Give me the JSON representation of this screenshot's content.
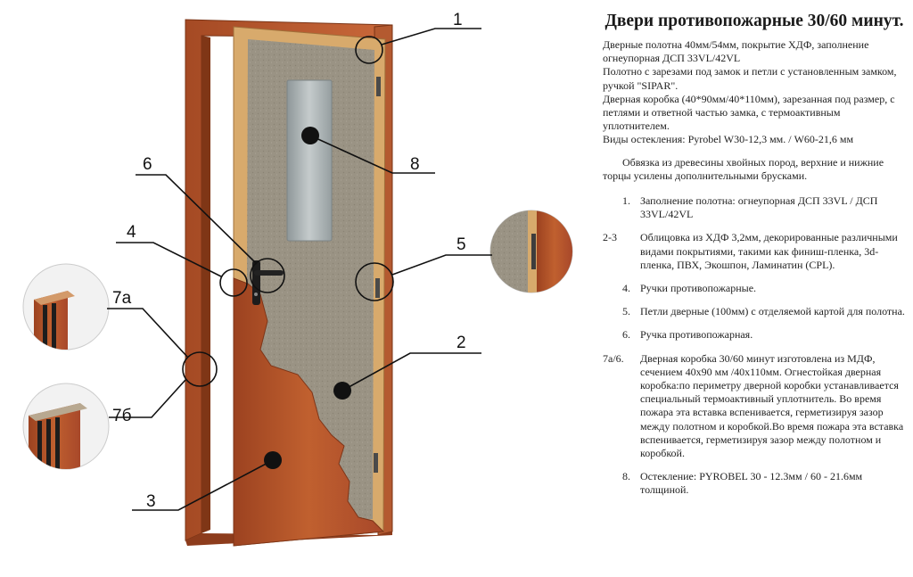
{
  "callouts": {
    "c1": "1",
    "c2": "2",
    "c3": "3",
    "c4": "4",
    "c5": "5",
    "c6": "6",
    "c7a": "7а",
    "c7b": "7б",
    "c8": "8"
  },
  "colors": {
    "wood": "#b4532a",
    "wood_dark": "#8a3a1a",
    "frame_light": "#d9b27a",
    "filler": "#9b9486",
    "glass": "#a8b0b3",
    "line": "#111111"
  },
  "text": {
    "title": "Двери противопожарные 30/60 минут.",
    "intro": [
      "Дверные полотна 40мм/54мм, покрытие ХДФ, заполнение огнеупорная ДСП 33VL/42VL",
      "Полотно с зарезами под замок и петли с установленным замком, ручкой \"SIPAR\".",
      "Дверная коробка (40*90мм/40*110мм), зарезанная под размер, с петлями и ответной частью замка, с термоактивным  уплотнителем.",
      "Виды остекления: Pyrobel W30-12,3 мм. / W60-21,6 мм"
    ],
    "paragraph": "Обвязка из древесины хвойных пород, верхние и нижние торцы усилены дополнительными брусками.",
    "items": [
      {
        "num": "1.",
        "text": "Заполнение полотна:  огнеупорная ДСП 33VL / ДСП 33VL/42VL"
      },
      {
        "num": "2-3",
        "text": "Облицовка из ХДФ 3,2мм, декорированные различными видами покрытиями, такими как финиш-пленка, 3d-пленка, ПВХ, Экошпон, Ламинатин (CPL)."
      },
      {
        "num": "4.",
        "text": "Ручки противопожарные."
      },
      {
        "num": "5.",
        "text": "Петли дверные (100мм) с отделяемой картой для полотна."
      },
      {
        "num": "6.",
        "text": "Ручка противопожарная."
      },
      {
        "num": "7а/6.",
        "text": "Дверная коробка 30/60 минут изготовлена из МДФ, сечением 40х90 мм /40х110мм. Огнестойкая дверная коробка:по периметру дверной коробки устанавливается специальный термоактивный уплотнитель. Во время пожара эта вставка вспенивается, герметизируя зазор между полотном и коробкой.Во время пожара эта вставка вспенивается, герметизируя зазор между полотном и коробкой."
      },
      {
        "num": "8.",
        "text": "Остекление: PYROBEL 30 - 12.3мм / 60 - 21.6мм толщиной."
      }
    ]
  }
}
